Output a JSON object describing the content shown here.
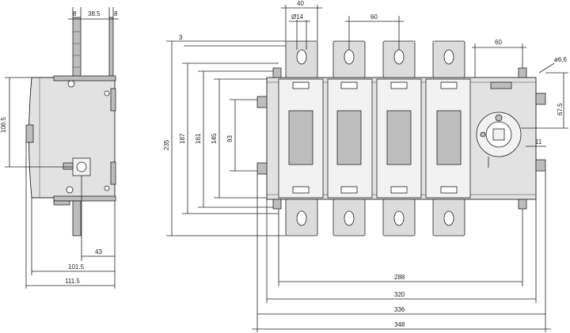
{
  "side_view": {
    "dims": {
      "top_left": "8",
      "top_mid": "38.5",
      "top_right": "8",
      "height": "106.5",
      "base_depth": "43",
      "depth_1": "101.5",
      "depth_2": "111.5"
    }
  },
  "front_view": {
    "dims": {
      "terminal_width": "40",
      "hole_dia": "Ø14",
      "pitch": "60",
      "right_offset": "60",
      "mount_hole": "ø6,6",
      "offset_3": "3",
      "height_235": "235",
      "height_187": "187",
      "height_161": "161",
      "height_145": "145",
      "height_93": "93",
      "right_67": "67.5",
      "right_11": "11",
      "width_288": "288",
      "width_320": "320",
      "width_336": "336",
      "width_348": "348"
    },
    "poles": 4
  },
  "colors": {
    "line": "#222222",
    "body": "#e2e2e2",
    "background": "#ffffff"
  }
}
